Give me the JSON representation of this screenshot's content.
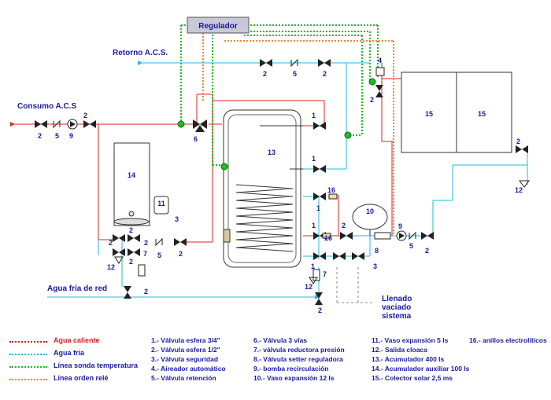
{
  "labels": {
    "regulator": "Regulador",
    "return_acs": "Retorno A.C.S.",
    "consumo_acs": "Consumo A.C.S",
    "agua_fria_red": "Agua fría de red",
    "llenado": "Llenado",
    "vaciado": "vaciado",
    "sistema": "sistema"
  },
  "components": {
    "acc_main": "13",
    "acc_aux": "14",
    "collector_a": "15",
    "collector_b": "15",
    "exp_small": "11",
    "exp_large": "10"
  },
  "callouts": {
    "v2": "2",
    "v5": "5",
    "v9": "9",
    "v6": "6",
    "v4": "4",
    "v1": "1",
    "v16": "16",
    "v12": "12",
    "v7": "7",
    "v3": "3",
    "v8": "8"
  },
  "legend_lines": [
    {
      "label": "Agua caliente",
      "color": "#dd2222"
    },
    {
      "label": "Agua fría",
      "color": "#22bbdd"
    },
    {
      "label": "Línea sonda temperatura",
      "color": "#22bb22"
    },
    {
      "label": "Línea orden relé",
      "color": "#ee8833"
    }
  ],
  "legend_col1": [
    "1.- Válvula esfera 3/4\"",
    "2.- Válvula esfera 1/2\"",
    "3.- Válvula seguridad",
    "4.- Aireador  automático",
    "5.- Válvula retención"
  ],
  "legend_col2": [
    "6.- Válvula 3 vías",
    "7.-  válvula reductora presión",
    "8.- Válvula setter reguladora",
    "9.-  bomba recirculación",
    "10.- Vaso expansión 12 ls"
  ],
  "legend_col3": [
    "11.- Vaso expansión 5 ls",
    "12.- Salida cloaca",
    "13.- Acumulador 400 ls",
    "14.- Acumulador  auxiliar 100 ls",
    "15.- Colector solar 2,5 ms"
  ],
  "legend_col4": [
    "16.- anillos electrolíticos"
  ],
  "colors": {
    "hot": "#dd2222",
    "cold": "#22bbdd",
    "sensor": "#22bb22",
    "relay": "#ee8833",
    "ink": "#1a1aa0"
  }
}
